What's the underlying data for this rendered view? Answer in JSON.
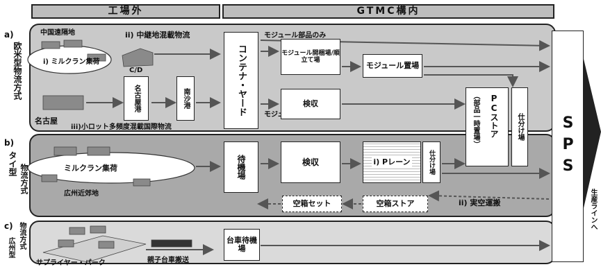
{
  "headers": {
    "outside": "工場外",
    "inside": "GTMC構内"
  },
  "section_a": {
    "tag": "a)",
    "title": "欧米型物流方式",
    "china_remote": "中国遠隔地",
    "milk_run": "i) ミルクラン集荷",
    "relay": "ii) 中継地混載物流",
    "cd": "C/D",
    "nagoya": "名古屋",
    "small_lot": "iii)小ロット多頻度混載国際物流",
    "nagoya_port": "名古屋港",
    "nansha_port": "南沙港",
    "container_yard": "コンテナ・ヤード",
    "module_only": "モジュール部品のみ",
    "module_unpack": "モジュール開梱場/順立て場",
    "module_storage": "モジュール置場",
    "non_module": "モジュール部品以外",
    "inspection": "検収"
  },
  "section_b": {
    "tag": "b)",
    "title_top": "タイ型",
    "title_side": "物流方式",
    "milk_run": "ミルクラン集荷",
    "guangzhou_area": "広州近郊地",
    "waiting_area": "待機場",
    "inspection": "検収",
    "p_lane": "i) Pレーン",
    "sorting": "仕分け場",
    "empty_box_set": "空箱セット",
    "empty_box_store": "空箱ストア",
    "empty_transport": "ii) 実空運搬"
  },
  "section_c": {
    "tag": "c)",
    "title_side": "物流方式",
    "title_bottom": "広州型",
    "supplier_park": "サプライヤー・パーク",
    "cart_transport": "親子台車搬送",
    "cart_waiting": "台車待機場"
  },
  "pc_store": {
    "label": "PCストア",
    "sub": "（部品一時置場）"
  },
  "sorting_area": "仕分け場",
  "sps": "SPS",
  "to_line": "生産ラインへ"
}
